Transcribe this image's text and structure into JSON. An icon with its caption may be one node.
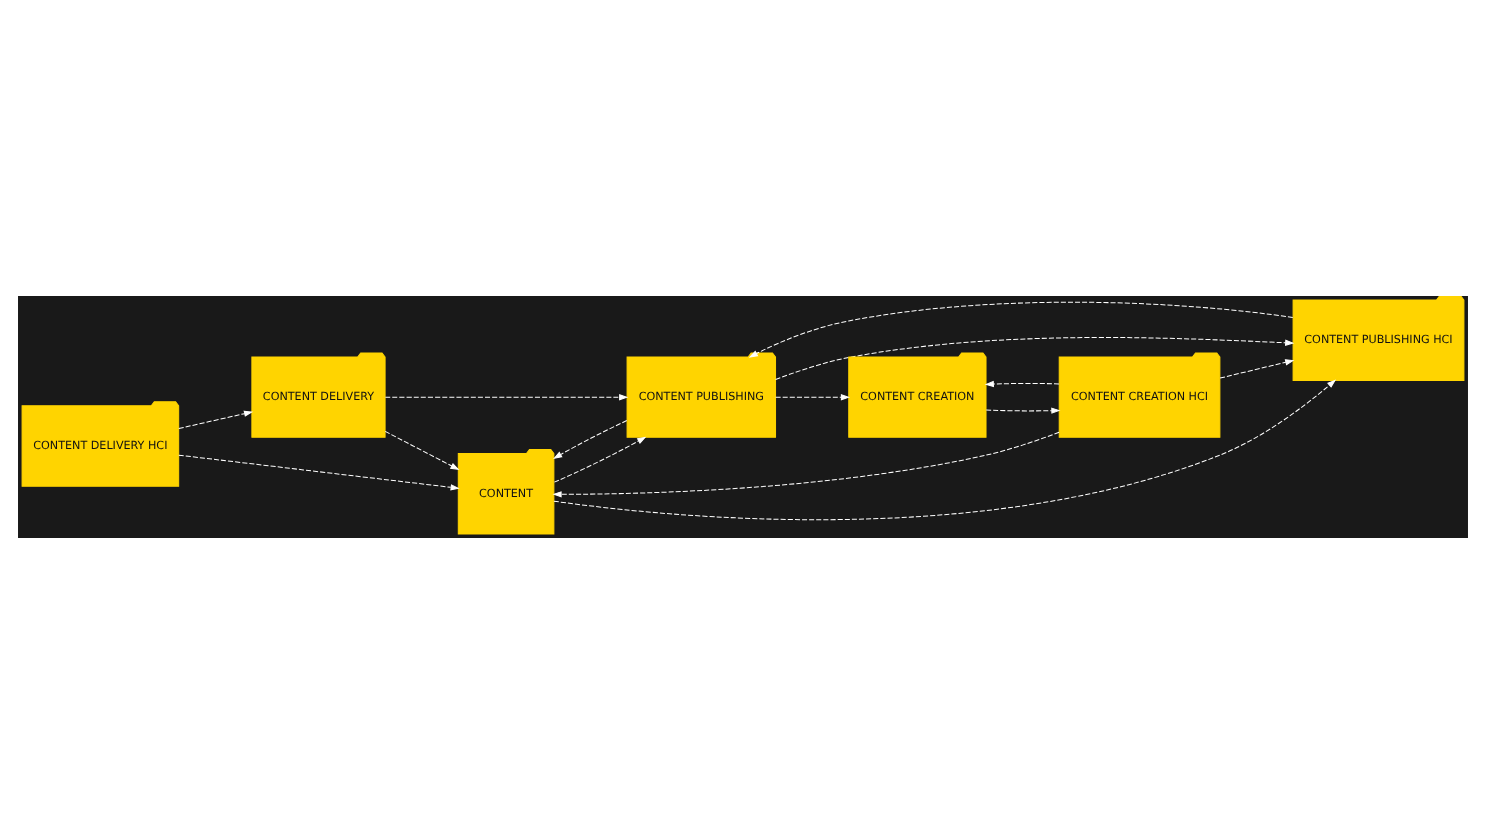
{
  "diagram": {
    "nodes": [
      {
        "text": [
          "CONTENT DELIVERY HCI"
        ]
      },
      {
        "text": [
          "CONTENT DELIVERY"
        ]
      },
      {
        "text": [
          "CONTENT"
        ]
      },
      {
        "text": [
          "CONTENT PUBLISHING"
        ]
      },
      {
        "text": [
          "CONTENT PUBLISHING HCI"
        ]
      },
      {
        "text": [
          "CONTENT CREATION HCI"
        ]
      },
      {
        "text": [
          "CONTENT CREATION"
        ]
      }
    ],
    "edges": [
      {
        "from": 0,
        "to": 1,
        "arrow": "to",
        "style": "dashed"
      },
      {
        "from": 0,
        "to": 2,
        "arrow": "to",
        "style": "dashed"
      },
      {
        "from": 1,
        "to": 2,
        "arrow": "to",
        "style": "dashed"
      },
      {
        "from": 1,
        "to": 3,
        "arrow": "to",
        "style": "dashed"
      },
      {
        "from": 3,
        "to": 2,
        "arrow": "to",
        "style": "dashed"
      },
      {
        "from": 2,
        "to": 3,
        "arrow": "to",
        "style": "dashed"
      },
      {
        "from": 2,
        "to": 4,
        "arrow": "to",
        "style": "dashed"
      },
      {
        "from": 4,
        "to": 3,
        "arrow": "to",
        "style": "dashed"
      },
      {
        "from": 3,
        "to": 4,
        "arrow": "to",
        "style": "dashed"
      },
      {
        "from": 3,
        "to": 6,
        "arrow": "to",
        "style": "dashed"
      },
      {
        "from": 5,
        "to": 2,
        "arrow": "to",
        "style": "dashed"
      },
      {
        "from": 5,
        "to": 4,
        "arrow": "to",
        "style": "dashed"
      },
      {
        "from": 5,
        "to": 6,
        "arrow": "to",
        "style": "dashed"
      },
      {
        "from": 6,
        "to": 5,
        "arrow": "to",
        "style": "dashed"
      }
    ]
  }
}
